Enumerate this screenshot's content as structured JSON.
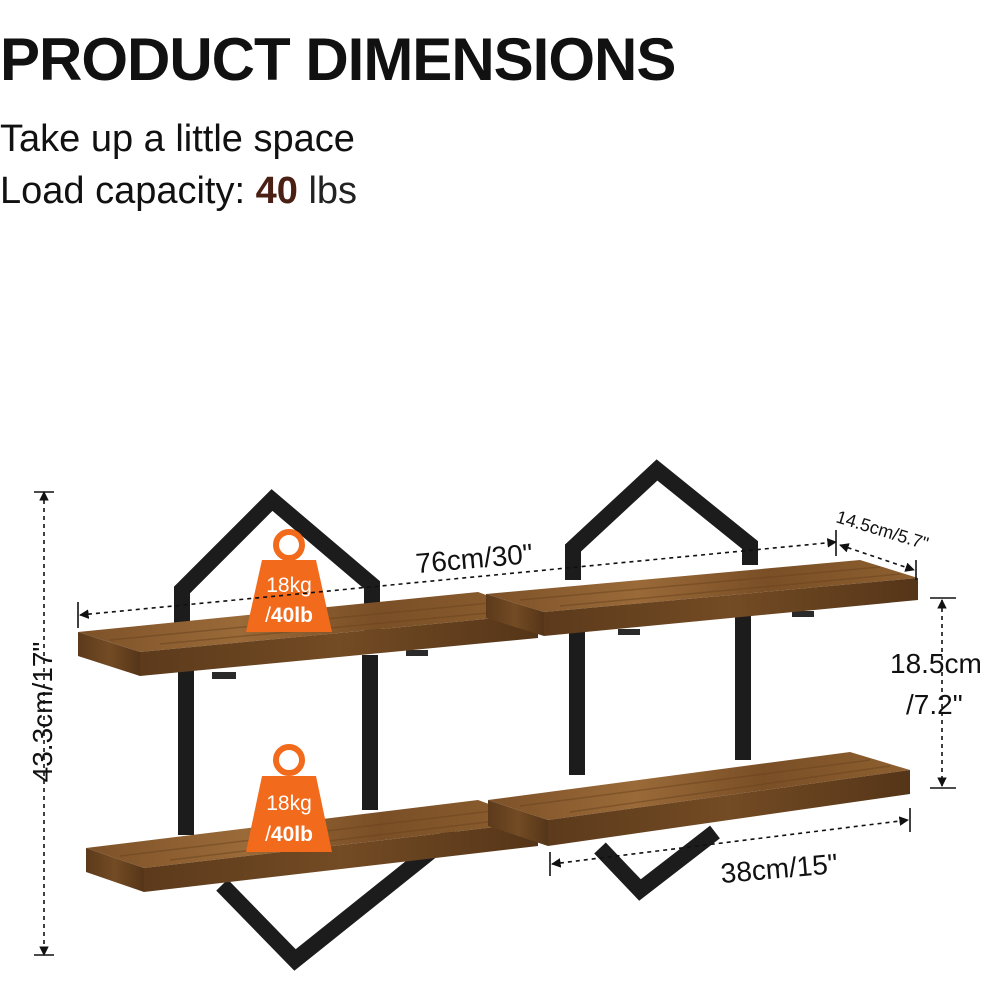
{
  "heading": {
    "title": "PRODUCT DIMENSIONS",
    "line1": "Take up a little space",
    "line2_label": "Load capacity:",
    "line2_value": "40",
    "line2_unit": "lbs"
  },
  "dimensions": {
    "width": "76cm/30\"",
    "depth": "14.5cm/5.7\"",
    "height": "43.3cm/17\"",
    "spacing_line1": "18.5cm",
    "spacing_line2": "/7.2\"",
    "shelf_length": "38cm/15\""
  },
  "badges": {
    "top": {
      "line1": "18kg",
      "line2_slash": "/",
      "line2_bold": "40lb"
    },
    "bottom": {
      "line1": "18kg",
      "line2_slash": "/",
      "line2_bold": "40lb"
    }
  },
  "colors": {
    "badge": "#f26a1b",
    "frame": "#1c1c1c",
    "wood": "#8a5a2e",
    "wood_dark": "#5a3a1c",
    "heading_accent": "#4a1f14"
  }
}
